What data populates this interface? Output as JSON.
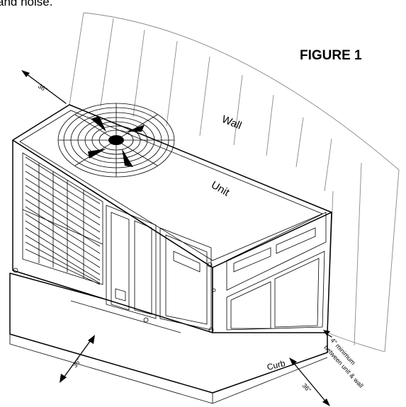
{
  "header_fragment": "and noise.",
  "figure_title": "FIGURE 1",
  "labels": {
    "wall": "Wall",
    "unit": "Unit",
    "curb": "Curb",
    "clearance_top_left": "36\"",
    "clearance_bottom_left": "36\"",
    "clearance_bottom_right": "36\"",
    "wall_gap_line1": "4\" minimum",
    "wall_gap_line2": "between unit & wall"
  },
  "colors": {
    "ink": "#000000",
    "wall_lines": "#888888",
    "background": "#ffffff"
  }
}
